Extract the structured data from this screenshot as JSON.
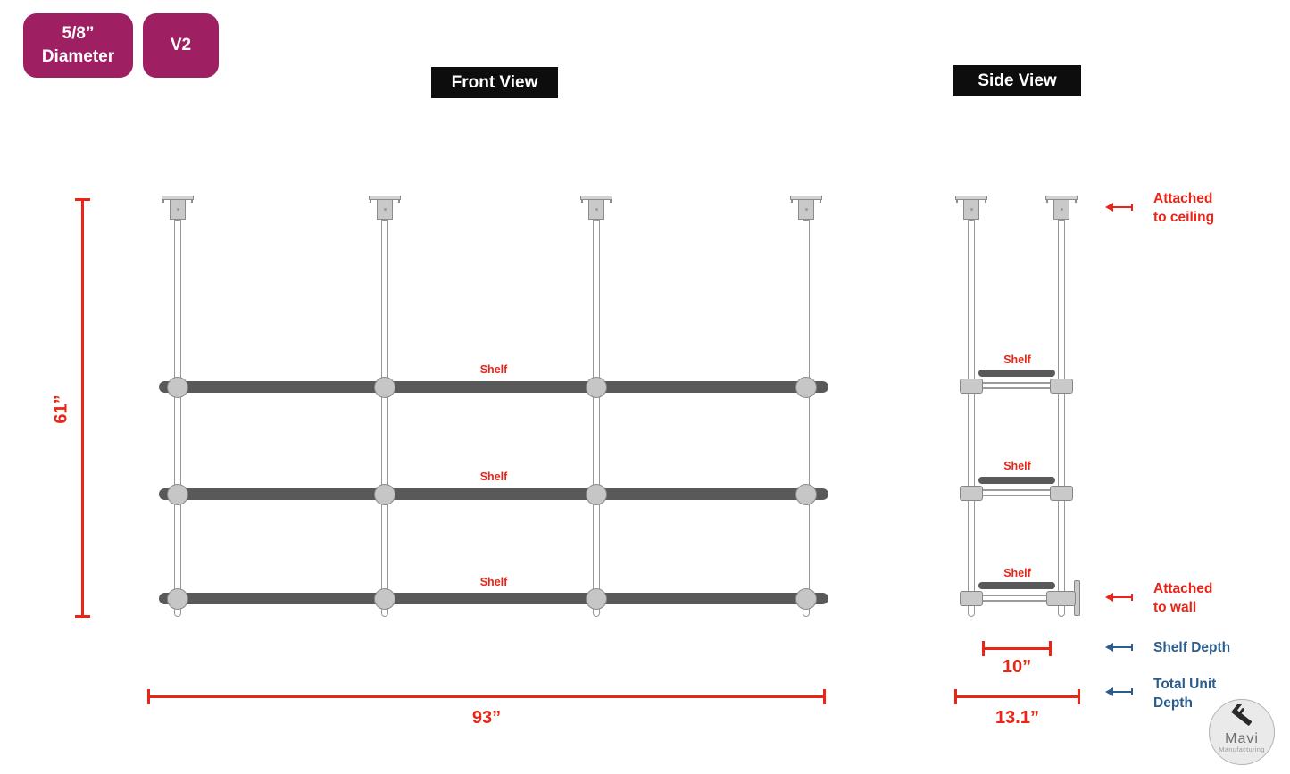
{
  "badges": {
    "diameter": {
      "line1": "5/8”",
      "line2": "Diameter"
    },
    "version": "V2"
  },
  "front_view": {
    "title": "Front View",
    "shelf_labels": [
      "Shelf",
      "Shelf",
      "Shelf"
    ],
    "height_dimension": "61”",
    "width_dimension": "93”"
  },
  "side_view": {
    "title": "Side View",
    "shelf_labels": [
      "Shelf",
      "Shelf",
      "Shelf"
    ],
    "shelf_depth_dimension": "10”",
    "total_unit_depth_dimension": "13.1”"
  },
  "annotations": {
    "attached_to_ceiling": {
      "line1": "Attached",
      "line2": "to ceiling"
    },
    "attached_to_wall": {
      "line1": "Attached",
      "line2": "to wall"
    },
    "shelf_depth": {
      "line1": "Shelf Depth"
    },
    "total_unit_depth": {
      "line1": "Total Unit",
      "line2": "Depth"
    }
  },
  "logo": {
    "name": "Mavi",
    "subtitle": "Manufacturing"
  },
  "colors": {
    "dimension_red": "#ea2517",
    "annotation_blue": "#2b5d8c",
    "badge_magenta": "#9e2063",
    "title_background": "#0d0d0d",
    "shelf_gray": "#595959"
  }
}
